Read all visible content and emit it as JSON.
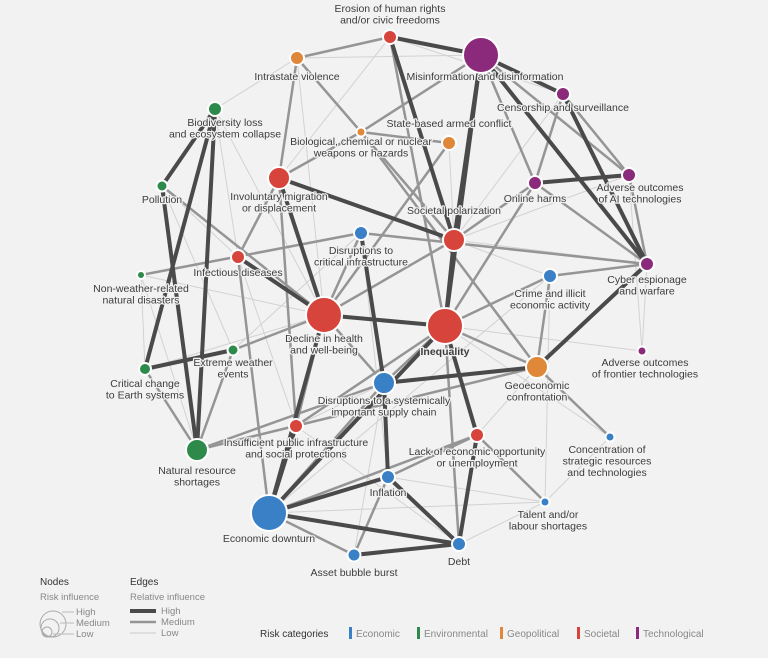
{
  "colors": {
    "background": "#f2f2f2",
    "text": "#3c3c3c",
    "economic": "#3a80c6",
    "environmental": "#2e8a4a",
    "geopolitical": "#e0883a",
    "societal": "#d6443c",
    "technological": "#8b2a7a",
    "edge_high": "#4a4a4a",
    "edge_medium": "#959595",
    "edge_low": "#d2d2d2"
  },
  "nodes": [
    {
      "id": "erosion",
      "label": "Erosion of human rights\nand/or civic freedoms",
      "category": "societal",
      "influence": "low"
    },
    {
      "id": "misinfo",
      "label": "Misinformation and disinformation",
      "category": "technological",
      "influence": "high"
    },
    {
      "id": "intrastate",
      "label": "Intrastate violence",
      "category": "geopolitical",
      "influence": "low"
    },
    {
      "id": "censorship",
      "label": "Censorship and surveillance",
      "category": "technological",
      "influence": "low"
    },
    {
      "id": "biodiversity",
      "label": "Biodiversity loss\nand ecosystem collapse",
      "category": "environmental",
      "influence": "low"
    },
    {
      "id": "statebased",
      "label": "State-based armed conflict",
      "category": "geopolitical",
      "influence": "low"
    },
    {
      "id": "biological",
      "label": "Biological, chemical or nuclear\nweapons or hazards",
      "category": "geopolitical",
      "influence": "low"
    },
    {
      "id": "pollution",
      "label": "Pollution",
      "category": "environmental",
      "influence": "low"
    },
    {
      "id": "involuntary",
      "label": "Involuntary migration\nor displacement",
      "category": "societal",
      "influence": "medium"
    },
    {
      "id": "ai",
      "label": "Adverse outcomes\nof AI technologies",
      "category": "technological",
      "influence": "low"
    },
    {
      "id": "onlineharms",
      "label": "Online harms",
      "category": "technological",
      "influence": "low"
    },
    {
      "id": "polarization",
      "label": "Societal polarization",
      "category": "societal",
      "influence": "medium"
    },
    {
      "id": "infrastructure",
      "label": "Disruptions to\ncritical infrastructure",
      "category": "economic",
      "influence": "low"
    },
    {
      "id": "infectious",
      "label": "Infectious diseases",
      "category": "societal",
      "influence": "low"
    },
    {
      "id": "cyber",
      "label": "Cyber espionage\nand warfare",
      "category": "technological",
      "influence": "low"
    },
    {
      "id": "crime",
      "label": "Crime and illicit\neconomic activity",
      "category": "economic",
      "influence": "low"
    },
    {
      "id": "nonweather",
      "label": "Non-weather-related\nnatural disasters",
      "category": "environmental",
      "influence": "low"
    },
    {
      "id": "health",
      "label": "Decline in health\nand well-being",
      "category": "societal",
      "influence": "high"
    },
    {
      "id": "inequality",
      "label": "Inequality",
      "category": "societal",
      "influence": "high"
    },
    {
      "id": "frontier",
      "label": "Adverse outcomes\nof frontier technologies",
      "category": "technological",
      "influence": "low"
    },
    {
      "id": "extremeweather",
      "label": "Extreme weather\nevents",
      "category": "environmental",
      "influence": "low"
    },
    {
      "id": "critical",
      "label": "Critical change\nto Earth systems",
      "category": "environmental",
      "influence": "low"
    },
    {
      "id": "supplychain",
      "label": "Disruptions to a systemically\nimportant supply chain",
      "category": "economic",
      "influence": "medium"
    },
    {
      "id": "geoeconomic",
      "label": "Geoeconomic\nconfrontation",
      "category": "geopolitical",
      "influence": "medium"
    },
    {
      "id": "publicinfra",
      "label": "Insufficient public infrastructure\nand social protections",
      "category": "societal",
      "influence": "low"
    },
    {
      "id": "concentration",
      "label": "Concentration of\nstrategic resources\nand technologies",
      "category": "economic",
      "influence": "low"
    },
    {
      "id": "natural",
      "label": "Natural resource\nshortages",
      "category": "environmental",
      "influence": "medium"
    },
    {
      "id": "lackopp",
      "label": "Lack of economic opportunity\nor unemployment",
      "category": "societal",
      "influence": "low"
    },
    {
      "id": "inflation",
      "label": "Inflation",
      "category": "economic",
      "influence": "low"
    },
    {
      "id": "talent",
      "label": "Talent and/or\nlabour shortages",
      "category": "economic",
      "influence": "low"
    },
    {
      "id": "downturn",
      "label": "Economic downturn",
      "category": "economic",
      "influence": "high"
    },
    {
      "id": "debt",
      "label": "Debt",
      "category": "economic",
      "influence": "low"
    },
    {
      "id": "assetbubble",
      "label": "Asset bubble burst",
      "category": "economic",
      "influence": "low"
    }
  ],
  "edges": [
    [
      "misinfo",
      "polarization",
      "high"
    ],
    [
      "misinfo",
      "inequality",
      "high"
    ],
    [
      "misinfo",
      "censorship",
      "high"
    ],
    [
      "misinfo",
      "ai",
      "medium"
    ],
    [
      "misinfo",
      "cyber",
      "high"
    ],
    [
      "misinfo",
      "onlineharms",
      "medium"
    ],
    [
      "misinfo",
      "erosion",
      "high"
    ],
    [
      "misinfo",
      "statebased",
      "medium"
    ],
    [
      "erosion",
      "polarization",
      "high"
    ],
    [
      "erosion",
      "inequality",
      "medium"
    ],
    [
      "erosion",
      "intrastate",
      "medium"
    ],
    [
      "erosion",
      "involuntary",
      "low"
    ],
    [
      "censorship",
      "cyber",
      "high"
    ],
    [
      "censorship",
      "onlineharms",
      "medium"
    ],
    [
      "censorship",
      "ai",
      "medium"
    ],
    [
      "ai",
      "onlineharms",
      "high"
    ],
    [
      "ai",
      "cyber",
      "medium"
    ],
    [
      "onlineharms",
      "polarization",
      "medium"
    ],
    [
      "onlineharms",
      "cyber",
      "medium"
    ],
    [
      "cyber",
      "geoeconomic",
      "high"
    ],
    [
      "cyber",
      "infrastructure",
      "medium"
    ],
    [
      "polarization",
      "inequality",
      "high"
    ],
    [
      "polarization",
      "health",
      "medium"
    ],
    [
      "polarization",
      "involuntary",
      "high"
    ],
    [
      "involuntary",
      "health",
      "high"
    ],
    [
      "involuntary",
      "intrastate",
      "medium"
    ],
    [
      "involuntary",
      "publicinfra",
      "medium"
    ],
    [
      "involuntary",
      "statebased",
      "medium"
    ],
    [
      "health",
      "inequality",
      "high"
    ],
    [
      "health",
      "infectious",
      "high"
    ],
    [
      "health",
      "publicinfra",
      "medium"
    ],
    [
      "health",
      "extremeweather",
      "medium"
    ],
    [
      "health",
      "downturn",
      "high"
    ],
    [
      "health",
      "supplychain",
      "medium"
    ],
    [
      "inequality",
      "lackopp",
      "high"
    ],
    [
      "inequality",
      "downturn",
      "high"
    ],
    [
      "inequality",
      "supplychain",
      "medium"
    ],
    [
      "inequality",
      "geoeconomic",
      "medium"
    ],
    [
      "inequality",
      "crime",
      "medium"
    ],
    [
      "inequality",
      "debt",
      "medium"
    ],
    [
      "inequality",
      "publicinfra",
      "medium"
    ],
    [
      "geoeconomic",
      "supplychain",
      "high"
    ],
    [
      "geoeconomic",
      "concentration",
      "medium"
    ],
    [
      "geoeconomic",
      "statebased",
      "medium"
    ],
    [
      "geoeconomic",
      "natural",
      "medium"
    ],
    [
      "geoeconomic",
      "crime",
      "medium"
    ],
    [
      "supplychain",
      "inflation",
      "high"
    ],
    [
      "supplychain",
      "downturn",
      "medium"
    ],
    [
      "supplychain",
      "natural",
      "medium"
    ],
    [
      "supplychain",
      "infrastructure",
      "high"
    ],
    [
      "lackopp",
      "debt",
      "high"
    ],
    [
      "lackopp",
      "downturn",
      "medium"
    ],
    [
      "lackopp",
      "talent",
      "medium"
    ],
    [
      "lackopp",
      "inflation",
      "medium"
    ],
    [
      "downturn",
      "debt",
      "high"
    ],
    [
      "downturn",
      "inflation",
      "high"
    ],
    [
      "downturn",
      "assetbubble",
      "medium"
    ],
    [
      "downturn",
      "publicinfra",
      "high"
    ],
    [
      "inflation",
      "assetbubble",
      "medium"
    ],
    [
      "inflation",
      "debt",
      "high"
    ],
    [
      "debt",
      "assetbubble",
      "high"
    ],
    [
      "natural",
      "biodiversity",
      "high"
    ],
    [
      "natural",
      "critical",
      "medium"
    ],
    [
      "natural",
      "pollution",
      "high"
    ],
    [
      "natural",
      "extremeweather",
      "medium"
    ],
    [
      "critical",
      "extremeweather",
      "high"
    ],
    [
      "critical",
      "biodiversity",
      "high"
    ],
    [
      "biodiversity",
      "pollution",
      "high"
    ],
    [
      "pollution",
      "health",
      "medium"
    ],
    [
      "nonweather",
      "infrastructure",
      "medium"
    ],
    [
      "nonweather",
      "health",
      "low"
    ],
    [
      "statebased",
      "intrastate",
      "medium"
    ],
    [
      "statebased",
      "biological",
      "medium"
    ],
    [
      "biological",
      "health",
      "medium"
    ],
    [
      "infectious",
      "downturn",
      "medium"
    ],
    [
      "infrastructure",
      "health",
      "medium"
    ],
    [
      "crime",
      "cyber",
      "medium"
    ],
    [
      "talent",
      "inflation",
      "low"
    ],
    [
      "frontier",
      "ai",
      "low"
    ],
    [
      "frontier",
      "cyber",
      "low"
    ],
    [
      "concentration",
      "talent",
      "low"
    ],
    [
      "extremeweather",
      "natural",
      "low"
    ],
    [
      "extremeweather",
      "infrastructure",
      "low"
    ],
    [
      "biodiversity",
      "health",
      "low"
    ],
    [
      "pollution",
      "extremeweather",
      "low"
    ],
    [
      "erosion",
      "censorship",
      "low"
    ],
    [
      "intrastate",
      "health",
      "low"
    ],
    [
      "involuntary",
      "infectious",
      "medium"
    ],
    [
      "debt",
      "publicinfra",
      "low"
    ],
    [
      "assetbubble",
      "supplychain",
      "low"
    ],
    [
      "polarization",
      "crime",
      "low"
    ],
    [
      "polarization",
      "cyber",
      "low"
    ],
    [
      "onlineharms",
      "inequality",
      "medium"
    ],
    [
      "critical",
      "health",
      "low"
    ],
    [
      "nonweather",
      "natural",
      "low"
    ],
    [
      "concentration",
      "inequality",
      "low"
    ],
    [
      "talent",
      "downturn",
      "low"
    ],
    [
      "frontier",
      "inequality",
      "low"
    ],
    [
      "biological",
      "polarization",
      "low"
    ],
    [
      "intrastate",
      "biodiversity",
      "low"
    ],
    [
      "censorship",
      "polarization",
      "low"
    ],
    [
      "crime",
      "talent",
      "low"
    ],
    [
      "infectious",
      "publicinfra",
      "low"
    ],
    [
      "infrastructure",
      "inflation",
      "low"
    ],
    [
      "statebased",
      "polarization",
      "medium"
    ],
    [
      "pollution",
      "infectious",
      "low"
    ],
    [
      "nonweather",
      "critical",
      "low"
    ],
    [
      "downturn",
      "crime",
      "low"
    ],
    [
      "lackopp",
      "geoeconomic",
      "low"
    ],
    [
      "debt",
      "talent",
      "low"
    ],
    [
      "misinfo",
      "intrastate",
      "low"
    ],
    [
      "biodiversity",
      "infectious",
      "low"
    ],
    [
      "ai",
      "polarization",
      "low"
    ],
    [
      "supplychain",
      "publicinfra",
      "low"
    ]
  ],
  "legend": {
    "nodes_title": "Nodes",
    "nodes_subtitle": "Risk influence",
    "high": "High",
    "medium": "Medium",
    "low": "Low",
    "edges_title": "Edges",
    "edges_subtitle": "Relative influence",
    "categories_title": "Risk categories",
    "categories": [
      {
        "key": "economic",
        "label": "Economic"
      },
      {
        "key": "environmental",
        "label": "Environmental"
      },
      {
        "key": "geopolitical",
        "label": "Geopolitical"
      },
      {
        "key": "societal",
        "label": "Societal"
      },
      {
        "key": "technological",
        "label": "Technological"
      }
    ]
  }
}
